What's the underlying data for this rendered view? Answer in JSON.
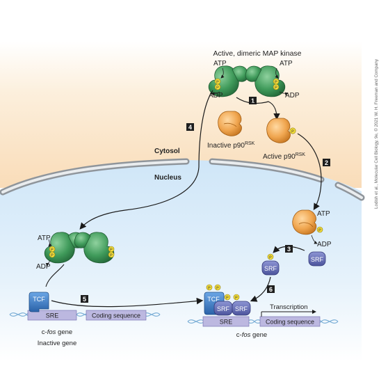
{
  "title": "Active, dimeric MAP kinase",
  "compartments": {
    "cytosol": "Cytosol",
    "nucleus": "Nucleus"
  },
  "molecules": {
    "atp": "ATP",
    "adp": "ADP",
    "p": "P",
    "inactive_rsk": "Inactive p90",
    "active_rsk": "Active p90",
    "rsk_sup": "RSK",
    "srf": "SRF",
    "tcf": "TCF"
  },
  "steps": [
    "1",
    "2",
    "3",
    "4",
    "5",
    "6"
  ],
  "genes": {
    "sre": "SRE",
    "coding": "Coding sequence",
    "cfos_prefix": "c-",
    "cfos_italic": "fos",
    "cfos_suffix": " gene",
    "inactive_gene": "Inactive gene",
    "transcription": "Transcription"
  },
  "credit": "Lodish et al., Molecular Cell Biology, 9e, © 2021 W. H. Freeman and Company",
  "colors": {
    "cytosol": "#fbe3c4",
    "nucleus": "#dceefa",
    "membrane": "#9ea3a8",
    "map_kinase": "#3f9a5a",
    "rsk": "#f0a650",
    "srf": "#6a72b8",
    "tcf": "#3a7cc6",
    "phosphate": "#f2dc3a",
    "dna": "#7aaed6",
    "step_box": "#1e1e1e"
  }
}
